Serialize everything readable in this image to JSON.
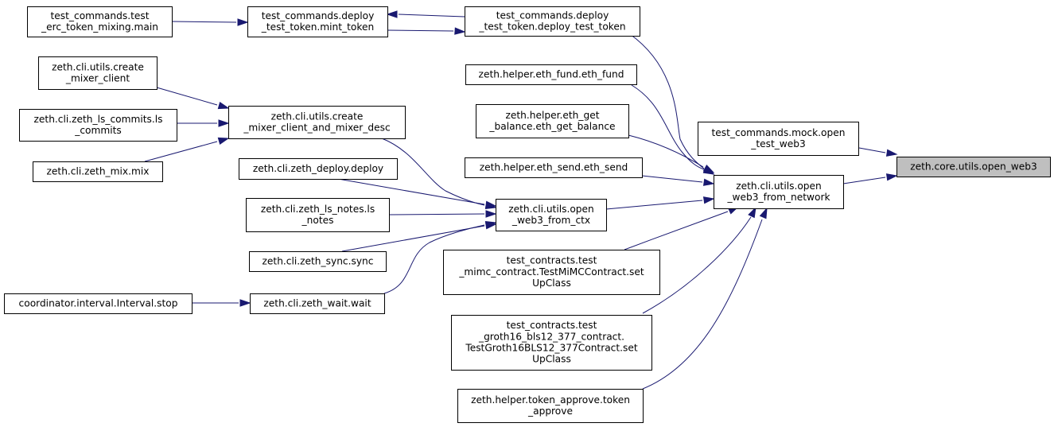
{
  "graph": {
    "nodes": [
      {
        "id": "open_web3",
        "lines": [
          "zeth.core.utils.open_web3"
        ],
        "root": true
      },
      {
        "id": "mock_open_test_web3",
        "lines": [
          "test_commands.mock.open",
          "_test_web3"
        ]
      },
      {
        "id": "open_web3_from_network",
        "lines": [
          "zeth.cli.utils.open",
          "_web3_from_network"
        ]
      },
      {
        "id": "deploy_test_token",
        "lines": [
          "test_commands.deploy",
          "_test_token.deploy_test_token"
        ]
      },
      {
        "id": "mint_token",
        "lines": [
          "test_commands.deploy",
          "_test_token.mint_token"
        ]
      },
      {
        "id": "erc_token_mixing_main",
        "lines": [
          "test_commands.test",
          "_erc_token_mixing.main"
        ]
      },
      {
        "id": "eth_fund",
        "lines": [
          "zeth.helper.eth_fund.eth_fund"
        ]
      },
      {
        "id": "eth_get_balance",
        "lines": [
          "zeth.helper.eth_get",
          "_balance.eth_get_balance"
        ]
      },
      {
        "id": "eth_send",
        "lines": [
          "zeth.helper.eth_send.eth_send"
        ]
      },
      {
        "id": "open_web3_from_ctx",
        "lines": [
          "zeth.cli.utils.open",
          "_web3_from_ctx"
        ]
      },
      {
        "id": "create_mixer_client_and_mixer_desc",
        "lines": [
          "zeth.cli.utils.create",
          "_mixer_client_and_mixer_desc"
        ]
      },
      {
        "id": "create_mixer_client",
        "lines": [
          "zeth.cli.utils.create",
          "_mixer_client"
        ]
      },
      {
        "id": "ls_commits",
        "lines": [
          "zeth.cli.zeth_ls_commits.ls",
          "_commits"
        ]
      },
      {
        "id": "zeth_mix",
        "lines": [
          "zeth.cli.zeth_mix.mix"
        ]
      },
      {
        "id": "zeth_deploy",
        "lines": [
          "zeth.cli.zeth_deploy.deploy"
        ]
      },
      {
        "id": "ls_notes",
        "lines": [
          "zeth.cli.zeth_ls_notes.ls",
          "_notes"
        ]
      },
      {
        "id": "zeth_sync",
        "lines": [
          "zeth.cli.zeth_sync.sync"
        ]
      },
      {
        "id": "zeth_wait",
        "lines": [
          "zeth.cli.zeth_wait.wait"
        ]
      },
      {
        "id": "interval_stop",
        "lines": [
          "coordinator.interval.Interval.stop"
        ]
      },
      {
        "id": "mimc_setup",
        "lines": [
          "test_contracts.test",
          "_mimc_contract.TestMiMCContract.set",
          "UpClass"
        ]
      },
      {
        "id": "groth16_setup",
        "lines": [
          "test_contracts.test",
          "_groth16_bls12_377_contract.",
          "TestGroth16BLS12_377Contract.set",
          "UpClass"
        ]
      },
      {
        "id": "token_approve",
        "lines": [
          "zeth.helper.token_approve.token",
          "_approve"
        ]
      }
    ],
    "edges": [
      {
        "from": "mock_open_test_web3",
        "to": "open_web3"
      },
      {
        "from": "open_web3_from_network",
        "to": "open_web3"
      },
      {
        "from": "deploy_test_token",
        "to": "open_web3_from_network"
      },
      {
        "from": "eth_fund",
        "to": "open_web3_from_network"
      },
      {
        "from": "eth_get_balance",
        "to": "open_web3_from_network"
      },
      {
        "from": "eth_send",
        "to": "open_web3_from_network"
      },
      {
        "from": "open_web3_from_ctx",
        "to": "open_web3_from_network"
      },
      {
        "from": "mimc_setup",
        "to": "open_web3_from_network"
      },
      {
        "from": "groth16_setup",
        "to": "open_web3_from_network"
      },
      {
        "from": "token_approve",
        "to": "open_web3_from_network"
      },
      {
        "from": "mint_token",
        "to": "deploy_test_token"
      },
      {
        "from": "deploy_test_token",
        "to": "mint_token"
      },
      {
        "from": "erc_token_mixing_main",
        "to": "mint_token"
      },
      {
        "from": "create_mixer_client_and_mixer_desc",
        "to": "open_web3_from_ctx"
      },
      {
        "from": "zeth_deploy",
        "to": "open_web3_from_ctx"
      },
      {
        "from": "ls_notes",
        "to": "open_web3_from_ctx"
      },
      {
        "from": "zeth_sync",
        "to": "open_web3_from_ctx"
      },
      {
        "from": "zeth_wait",
        "to": "open_web3_from_ctx"
      },
      {
        "from": "create_mixer_client",
        "to": "create_mixer_client_and_mixer_desc"
      },
      {
        "from": "ls_commits",
        "to": "create_mixer_client_and_mixer_desc"
      },
      {
        "from": "zeth_mix",
        "to": "create_mixer_client_and_mixer_desc"
      },
      {
        "from": "interval_stop",
        "to": "zeth_wait"
      }
    ],
    "colors": {
      "edge": "#191970",
      "root_fill": "#bfbfbf",
      "node_fill": "#ffffff",
      "border": "#000000"
    }
  }
}
